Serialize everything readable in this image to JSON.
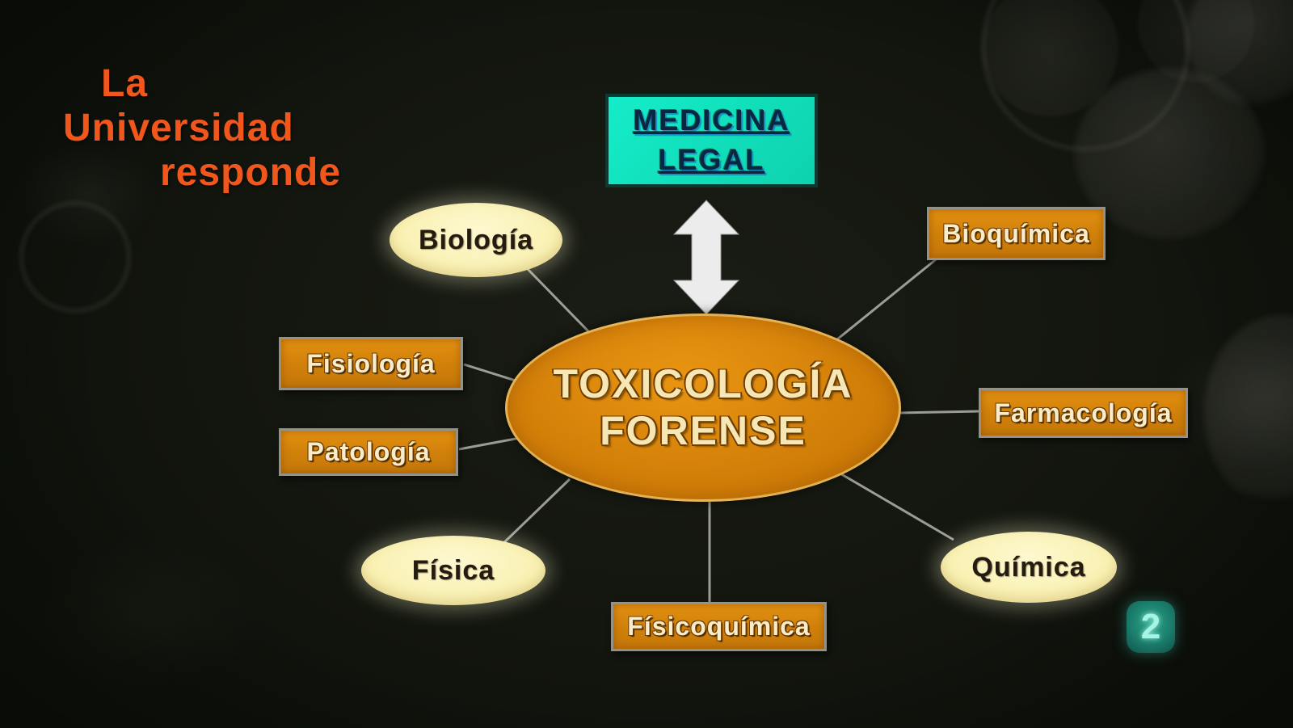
{
  "branding": {
    "logo_line1": "La",
    "logo_line2": "Universidad",
    "logo_line3": "responde",
    "logo_color": "#f1571c",
    "channel_badge": "2",
    "channel_badge_color": "#1b7c6b"
  },
  "diagram": {
    "top_box": {
      "line1": "MEDICINA",
      "line2": "LEGAL",
      "fill_color": "#12e6c3",
      "text_color": "#0a2740"
    },
    "connector": {
      "type": "double-headed-arrow",
      "color": "#ececec"
    },
    "center": {
      "line1": "TOXICOLOGÍA",
      "line2": "FORENSE",
      "fill_color": "#d5820a",
      "text_color": "#f6e7b4"
    },
    "nodes": [
      {
        "id": "biologia",
        "label": "Biología",
        "shape": "ellipse",
        "fill_color": "#f9f1b2"
      },
      {
        "id": "bioquimica",
        "label": "Bioquímica",
        "shape": "rect",
        "fill_color": "#d0800a"
      },
      {
        "id": "fisiologia",
        "label": "Fisiología",
        "shape": "rect",
        "fill_color": "#d0800a"
      },
      {
        "id": "farmacologia",
        "label": "Farmacología",
        "shape": "rect",
        "fill_color": "#d0800a"
      },
      {
        "id": "patologia",
        "label": "Patología",
        "shape": "rect",
        "fill_color": "#d0800a"
      },
      {
        "id": "fisica",
        "label": "Física",
        "shape": "ellipse",
        "fill_color": "#f9f1b2"
      },
      {
        "id": "quimica",
        "label": "Química",
        "shape": "ellipse",
        "fill_color": "#f9f1b2"
      },
      {
        "id": "fisicoquimica",
        "label": "Físicoquímica",
        "shape": "rect",
        "fill_color": "#d0800a"
      }
    ],
    "line_color": "#b4b4ae"
  }
}
